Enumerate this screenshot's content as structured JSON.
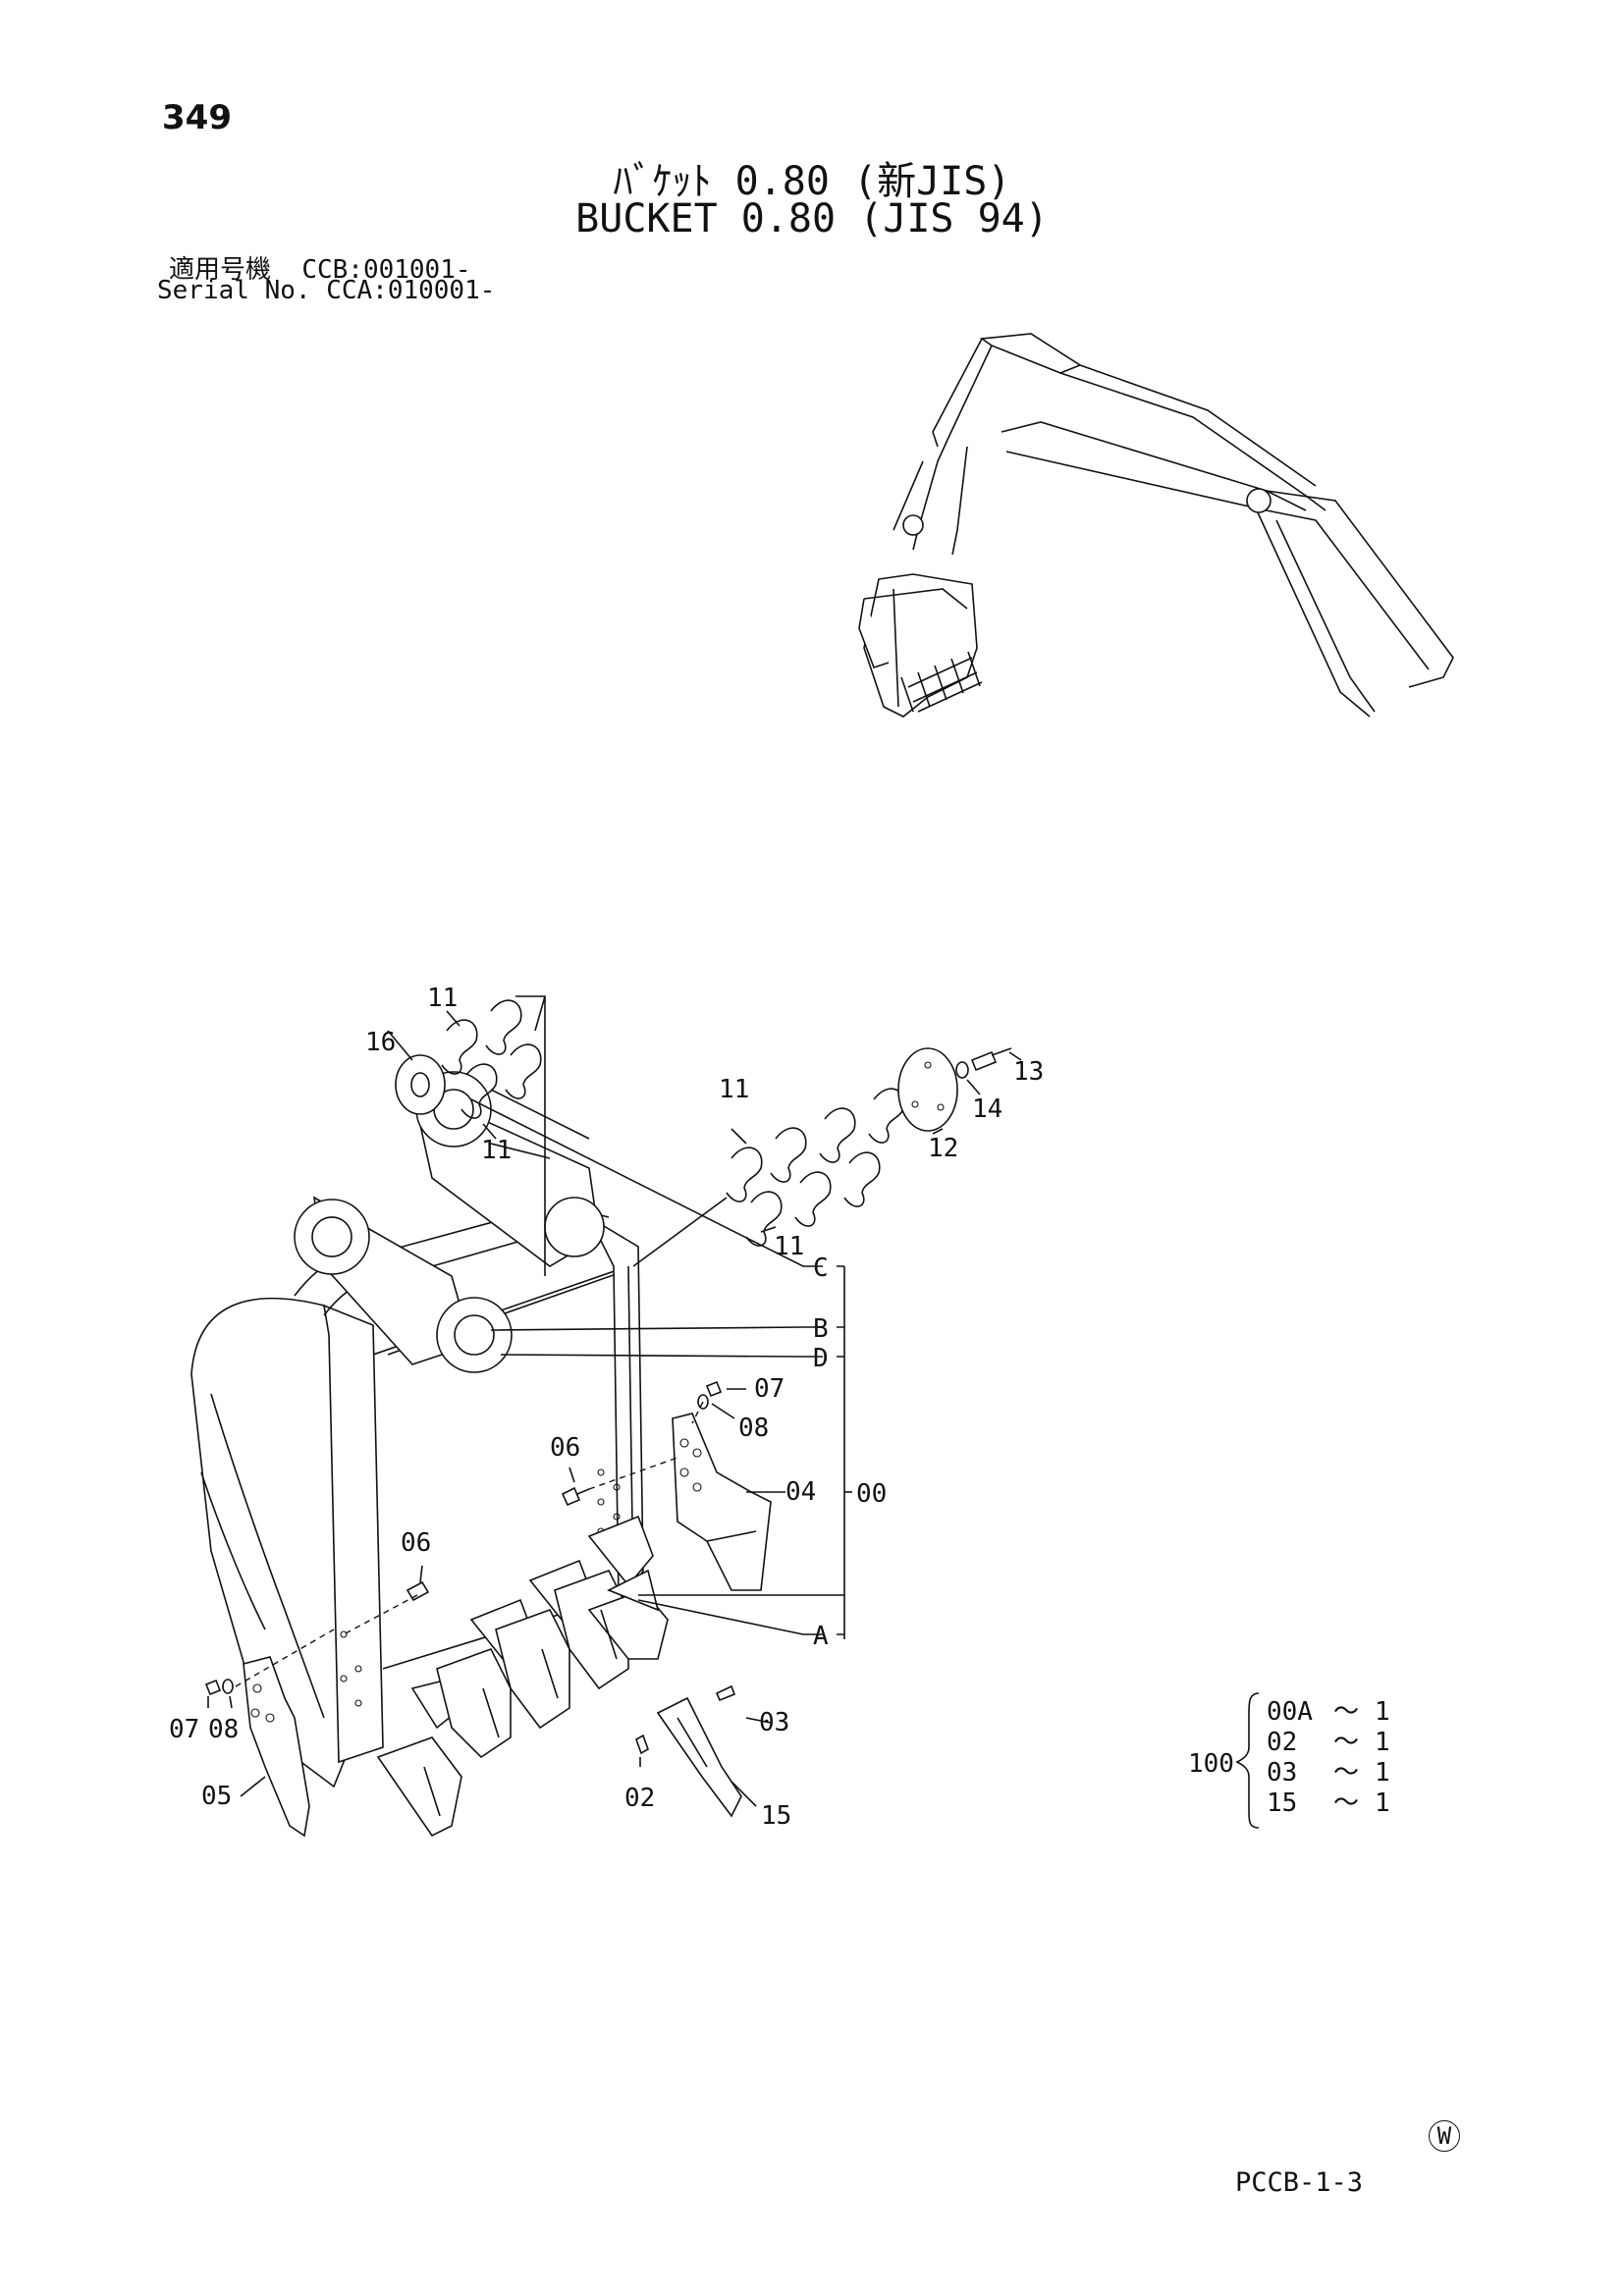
{
  "page_number": "349",
  "title_jp": "ﾊﾞｹｯﾄ 0.80 (新JIS)",
  "title_en": "BUCKET 0.80 (JIS 94)",
  "applicability": {
    "label_jp": "適用号機",
    "code_jp": "CCB:001001-",
    "label_en": "Serial No.",
    "code_en": "CCA:010001-"
  },
  "part_labels": {
    "p11a": "11",
    "p16": "16",
    "p11b": "11",
    "p11c": "11",
    "p11d": "11",
    "p12": "12",
    "p13": "13",
    "p14": "14",
    "p07a": "07",
    "p08a": "08",
    "p06a": "06",
    "p04": "04",
    "p00": "00",
    "p06b": "06",
    "p07b": "07",
    "p08b": "08",
    "p05": "05",
    "p03": "03",
    "p02": "02",
    "p15": "15"
  },
  "ref_letters": {
    "A": "A",
    "B": "B",
    "C": "C",
    "D": "D"
  },
  "kit": {
    "number": "100",
    "rows": [
      {
        "part": "00A",
        "sym": "～",
        "qty": "1"
      },
      {
        "part": "02",
        "sym": "～",
        "qty": "1"
      },
      {
        "part": "03",
        "sym": "～",
        "qty": "1"
      },
      {
        "part": "15",
        "sym": "～",
        "qty": "1"
      }
    ]
  },
  "watermark": "W",
  "drawing_code": "PCCB-1-3"
}
